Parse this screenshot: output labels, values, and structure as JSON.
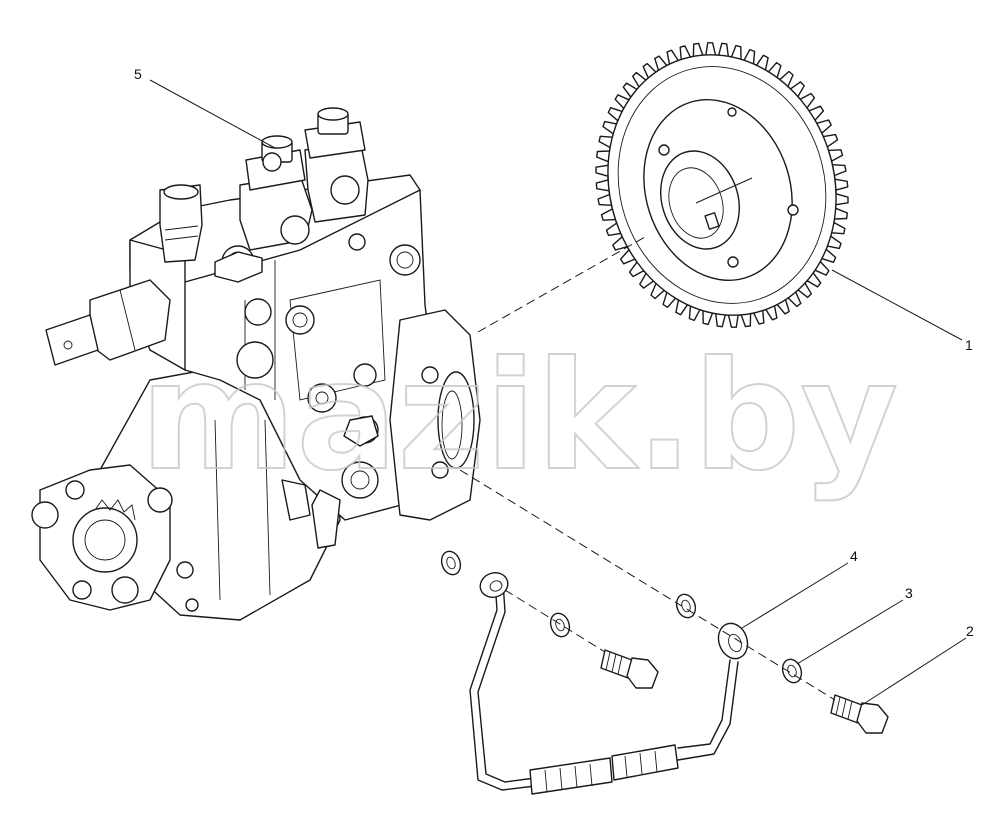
{
  "watermark": "mazik.by",
  "callouts": [
    {
      "label": "1"
    },
    {
      "label": "2"
    },
    {
      "label": "3"
    },
    {
      "label": "4"
    },
    {
      "label": "5"
    }
  ],
  "colors": {
    "line": "#1a1a1a",
    "background": "#ffffff",
    "watermark": "#c8c8c8"
  }
}
